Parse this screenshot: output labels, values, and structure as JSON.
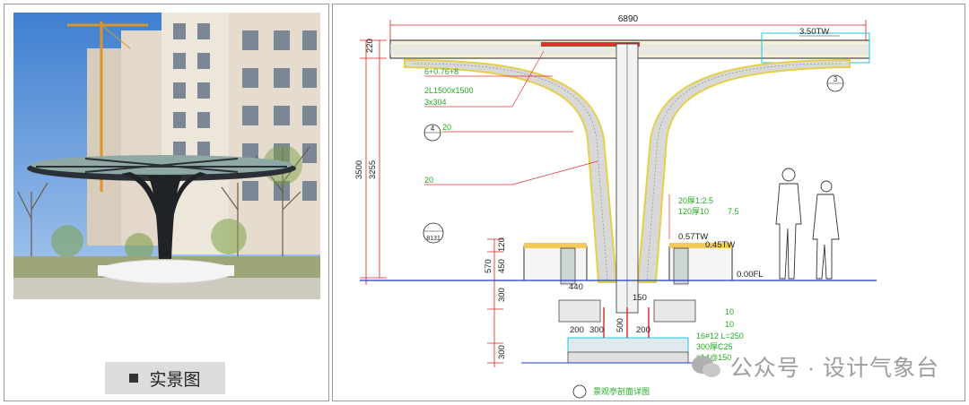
{
  "photo_caption": "实景图",
  "drawing": {
    "overall_width": "6890",
    "left_dims": {
      "d220": "220",
      "d3500": "3500",
      "d3255": "3255",
      "d570": "570",
      "d120": "120",
      "d450": "450",
      "d300a": "300",
      "d300b": "300"
    },
    "bottom_dims": {
      "d440": "440",
      "d150": "150",
      "d200a": "200",
      "d300": "300",
      "d200b": "200",
      "d500": "500"
    },
    "levels": {
      "top": "3.50TW",
      "seat_l": "0.57TW",
      "seat_r": "0.45TW",
      "floor": "0.00FL"
    },
    "notes": {
      "glass": "6+0.76+8",
      "grid": "2L1500x1500",
      "steel": "3x304",
      "n20a": "20",
      "n20b": "20",
      "r1": "20厚1:2.5",
      "r2": "120厚10",
      "r3": "7.5",
      "b1": "10",
      "b2": "10",
      "b3": "16#12 L=250",
      "b4": "300厚C25",
      "b5": "#14@150"
    },
    "callouts": {
      "c4": "4",
      "c3": "3",
      "c8131": "8131"
    },
    "section_title": "景观亭剖面详图"
  },
  "watermark": "公众号 · 设计气象台"
}
